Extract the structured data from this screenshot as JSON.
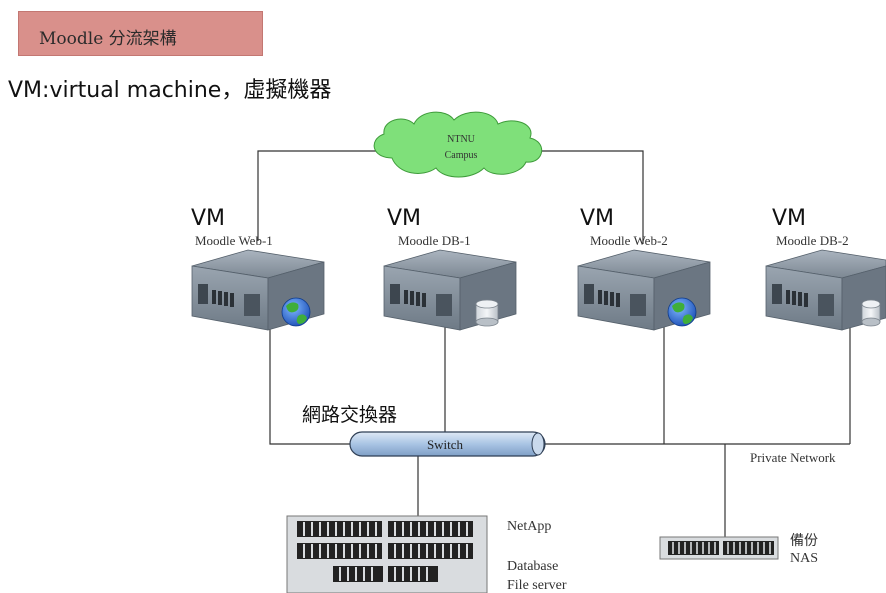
{
  "header": {
    "title": "Moodle 分流架構"
  },
  "subtitle": "VM:virtual machine，虛擬機器",
  "diagram": {
    "cloud_lines": [
      "NTNU",
      "Campus"
    ],
    "vm_tag": "VM",
    "servers": [
      {
        "name": "Moodle Web-1",
        "badge": "globe-icon"
      },
      {
        "name": "Moodle DB-1",
        "badge": "database-icon"
      },
      {
        "name": "Moodle Web-2",
        "badge": "globe-icon"
      },
      {
        "name": "Moodle DB-2",
        "badge": "database-icon"
      }
    ],
    "switch_caption": "網路交換器",
    "switch_label": "Switch",
    "private_network": "Private Network",
    "netapp": {
      "name": "NetApp",
      "role_line1": "Database",
      "role_line2": "File server"
    },
    "nas": {
      "line1": "備份",
      "line2": "NAS"
    },
    "colors": {
      "title_bg": "#d9908b",
      "cloud": "#7fe07a",
      "switch": "#a9c4e4",
      "server": "#8d9aa6"
    }
  }
}
